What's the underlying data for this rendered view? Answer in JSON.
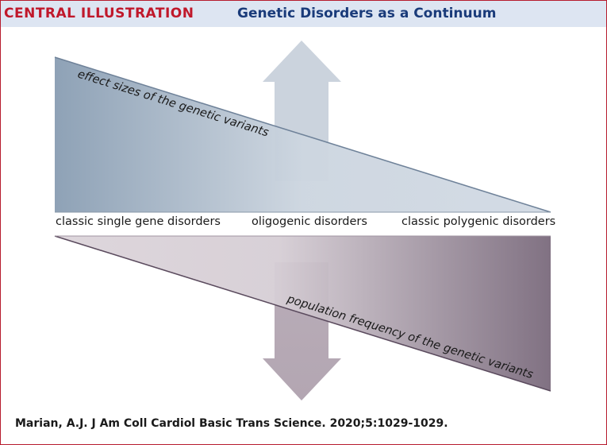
{
  "header": {
    "kicker": "CENTRAL ILLUSTRATION",
    "title": "Genetic Disorders as a Continuum"
  },
  "diagram": {
    "top_wedge_label": "effect sizes of the genetic variants",
    "bottom_wedge_label": "population frequency of the genetic variants",
    "categories": [
      "classic single gene disorders",
      "oligogenic disorders",
      "classic polygenic disorders"
    ]
  },
  "colors": {
    "accent_red": "#c0182b",
    "title_blue": "#1a3b7a",
    "header_bg": "#dde5f2",
    "top_wedge_dark": "#8b9fb4",
    "top_wedge_light": "#cfd8e2",
    "bottom_wedge_light": "#dcd4da",
    "bottom_wedge_dark": "#7a6a7c",
    "arrow_up": "#cbd3dd",
    "arrow_down": "#b3a6b2"
  },
  "citation": "Marian, A.J. J Am Coll Cardiol Basic Trans Science. 2020;5:1029-1029."
}
